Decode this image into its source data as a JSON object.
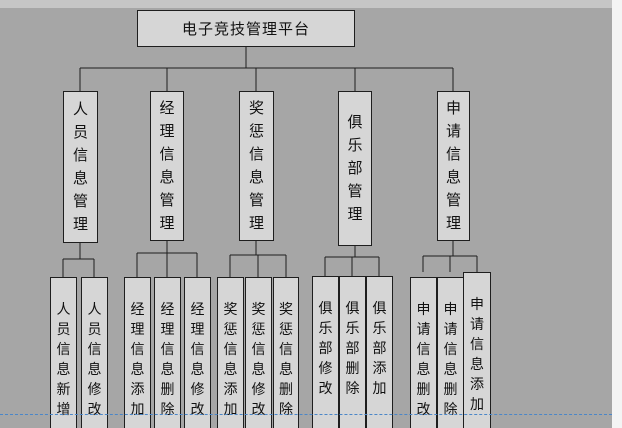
{
  "root": {
    "label": "电子竞技管理平台"
  },
  "modules": [
    {
      "label": "人员信息管理",
      "children": [
        "人员信息新增",
        "人员信息修改"
      ]
    },
    {
      "label": "经理信息管理",
      "children": [
        "经理信息添加",
        "经理信息删除",
        "经理信息修改"
      ]
    },
    {
      "label": "奖惩信息管理",
      "children": [
        "奖惩信息添加",
        "奖惩信息修改",
        "奖惩信息删除"
      ]
    },
    {
      "label": "俱乐部管理",
      "children": [
        "俱乐部修改",
        "俱乐部删除",
        "俱乐部添加"
      ]
    },
    {
      "label": "申请信息管理",
      "children": [
        "申请信息删改",
        "申请信息删除",
        "申请信息添加"
      ]
    }
  ],
  "colors": {
    "canvas": "#a6a6a6",
    "box_fill": "#d6d6d6",
    "line": "#1e1e1e",
    "dashed_guide": "#4a86c8"
  }
}
